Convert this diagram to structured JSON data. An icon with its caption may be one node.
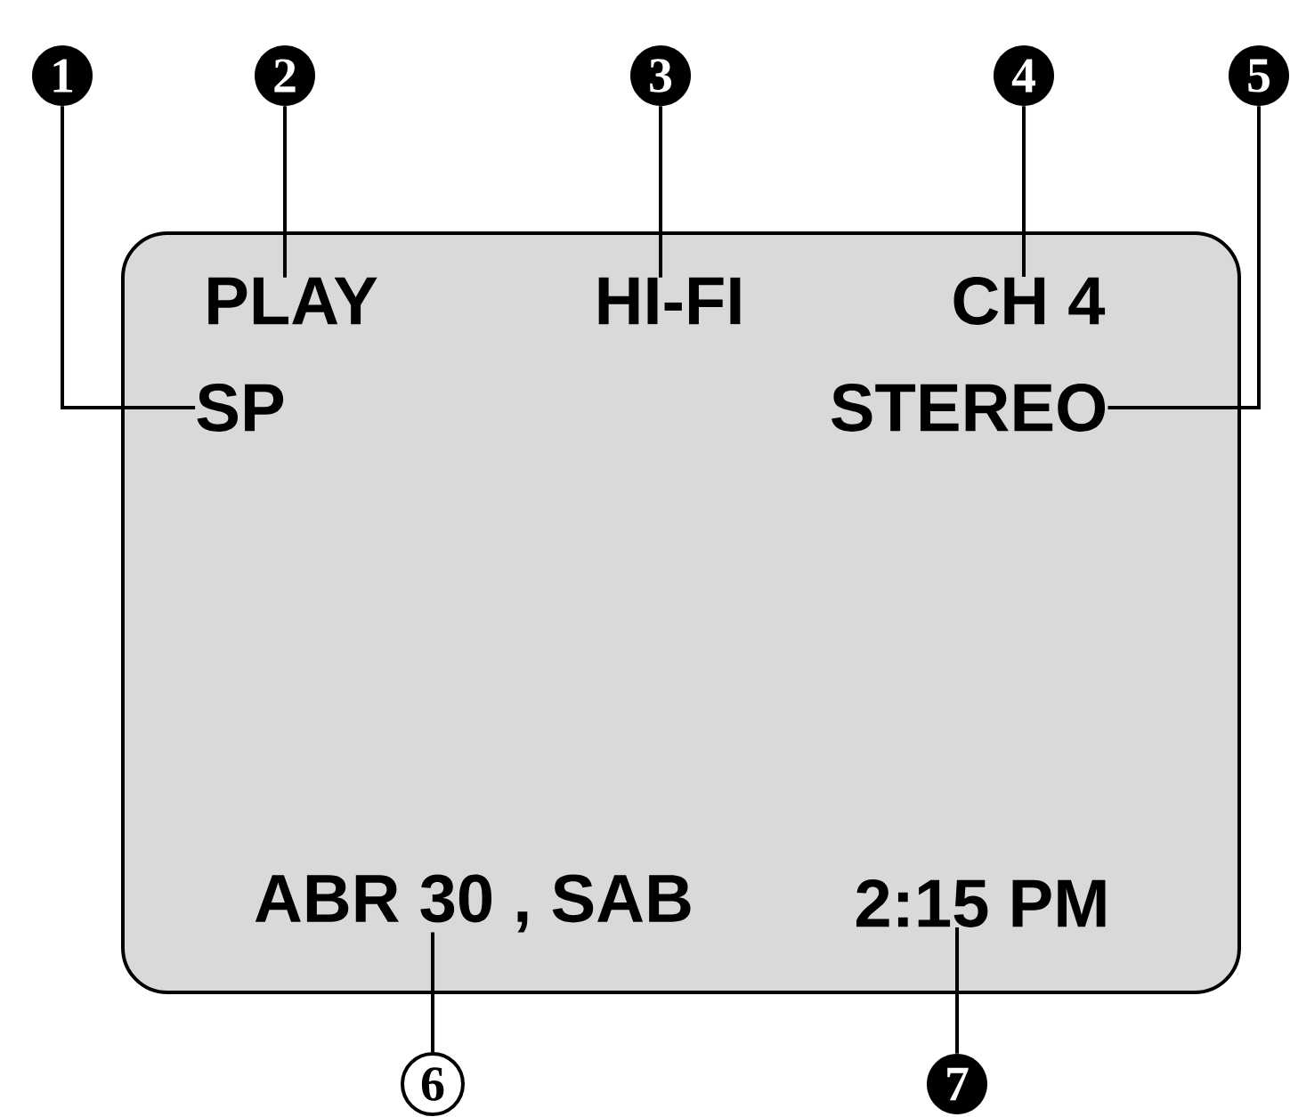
{
  "diagram": {
    "nodes": [
      {
        "text": [
          "1"
        ]
      },
      {
        "text": [
          "2"
        ]
      },
      {
        "text": [
          "3"
        ]
      },
      {
        "text": [
          "4"
        ]
      },
      {
        "text": [
          "5"
        ]
      },
      {
        "text": [],
        "shape": "box"
      },
      {
        "text": [
          "PLAY"
        ],
        "in": 5
      },
      {
        "text": [
          "HI-FI"
        ],
        "in": 5
      },
      {
        "text": [
          "CH 4"
        ],
        "in": 5
      },
      {
        "text": [
          "SP"
        ],
        "in": 5
      },
      {
        "text": [
          "STEREO"
        ],
        "in": 5
      },
      {
        "text": [
          "ABR 30 , SAB"
        ],
        "in": 5
      },
      {
        "text": [
          "2:15 PM"
        ],
        "in": 5
      },
      {
        "text": [
          "6"
        ]
      },
      {
        "text": [
          "7"
        ]
      }
    ],
    "edges": [
      {
        "from": 0,
        "to": 9,
        "arrow": "none"
      },
      {
        "from": 1,
        "to": 6,
        "arrow": "none"
      },
      {
        "from": 2,
        "to": 7,
        "arrow": "none"
      },
      {
        "from": 3,
        "to": 8,
        "arrow": "none"
      },
      {
        "from": 4,
        "to": 10,
        "arrow": "none"
      },
      {
        "from": 13,
        "to": 11,
        "arrow": "none"
      },
      {
        "from": 14,
        "to": 12,
        "arrow": "none"
      }
    ]
  }
}
